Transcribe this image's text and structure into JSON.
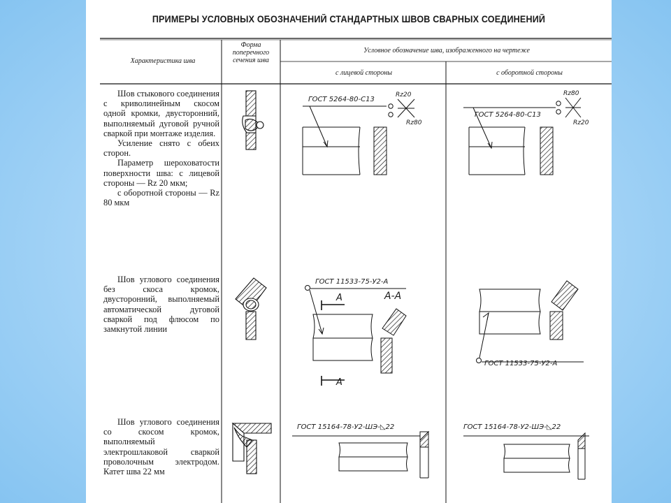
{
  "title": "ПРИМЕРЫ УСЛОВНЫХ ОБОЗНАЧЕНИЙ СТАНДАРТНЫХ ШВОВ СВАРНЫХ СОЕДИНЕНИЙ",
  "headers": {
    "characteristic": "Характеристика шва",
    "cross_section": "Форма поперечного сечения шва",
    "designation": "Условное обозначение шва, изображенного на чертеже",
    "front_side": "с лицевой стороны",
    "back_side": "с оборотной стороны"
  },
  "rows": [
    {
      "paragraphs": [
        "Шов стыкового соединения с криволинейным скосом одной кромки, двусторонний, выполняемый дуговой ручной сваркой при монтаже изделия.",
        "Усиление снято с обеих сторон.",
        "Параметр шероховатости поверхности шва: с лицевой стороны — Rz 20 мкм;",
        "с оборотной стороны — Rz 80 мкм"
      ],
      "front_label": "ГОСТ 5264-80-С13",
      "front_rz_top": "Rz20",
      "front_rz_bottom": "Rz80",
      "back_label": "ГОСТ 5264-80-С13",
      "back_rz_top": "Rz80",
      "back_rz_bottom": "Rz20"
    },
    {
      "paragraphs": [
        "Шов углового соединения без скоса кромок, двусторонний, выполняемый автоматической дуговой сваркой под флюсом по замкнутой линии"
      ],
      "front_label": "ГОСТ 11533-75-У2-А",
      "section_mark": "А",
      "section_label": "А-А",
      "back_label": "ГОСТ 11533-75-У2-А"
    },
    {
      "paragraphs": [
        "Шов углового соединения со скосом кромок, выполняемый электрошлаковой сваркой проволочным электродом. Катет шва 22 мм"
      ],
      "front_label": "ГОСТ 15164-78-У2-ШЭ-◺22",
      "back_label": "ГОСТ 15164-78-У2-ШЭ-◺22"
    }
  ]
}
